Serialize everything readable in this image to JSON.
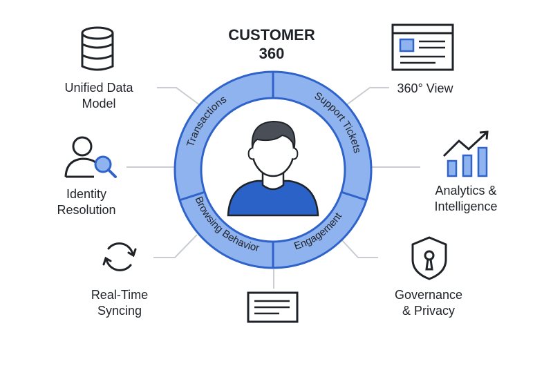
{
  "title": {
    "line1": "CUSTOMER",
    "line2": "360"
  },
  "ring_segments": [
    {
      "label": "Transactions"
    },
    {
      "label": "Support Tickets"
    },
    {
      "label": "Engagement"
    },
    {
      "label": "Browsing Behavior"
    }
  ],
  "features": {
    "unified_data_model": {
      "line1": "Unified Data",
      "line2": "Model",
      "icon": "database-icon"
    },
    "identity_resolution": {
      "line1": "Identity",
      "line2": "Resolution",
      "icon": "user-search-icon"
    },
    "real_time_syncing": {
      "line1": "Real-Time",
      "line2": "Syncing",
      "icon": "sync-icon"
    },
    "view_360": {
      "line1": "360° View",
      "icon": "browser-window-icon"
    },
    "analytics": {
      "line1": "Analytics &",
      "line2": "Intelligence",
      "icon": "bar-chart-trend-icon"
    },
    "governance": {
      "line1": "Governance",
      "line2": "& Privacy",
      "icon": "shield-lock-icon"
    },
    "bottom_card": {
      "icon": "document-card-icon"
    }
  },
  "colors": {
    "ring_fill": "#8fb3ee",
    "ring_stroke": "#2f63c9",
    "avatar_body": "#2b62c8",
    "hair": "#4a4f57",
    "icon_accent": "#2f63c9",
    "connector": "#c9ccd1",
    "text": "#1f2328"
  }
}
